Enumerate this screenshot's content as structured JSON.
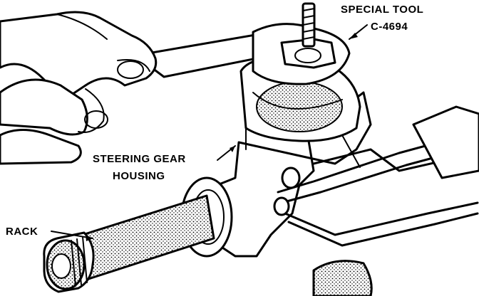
{
  "labels": {
    "special_tool_line1": "SPECIAL TOOL",
    "special_tool_line2": "C-4694",
    "housing_line1": "STEERING GEAR",
    "housing_line2": "HOUSING",
    "rack": "RACK"
  },
  "colors": {
    "ink": "#000000",
    "paper": "#ffffff"
  }
}
